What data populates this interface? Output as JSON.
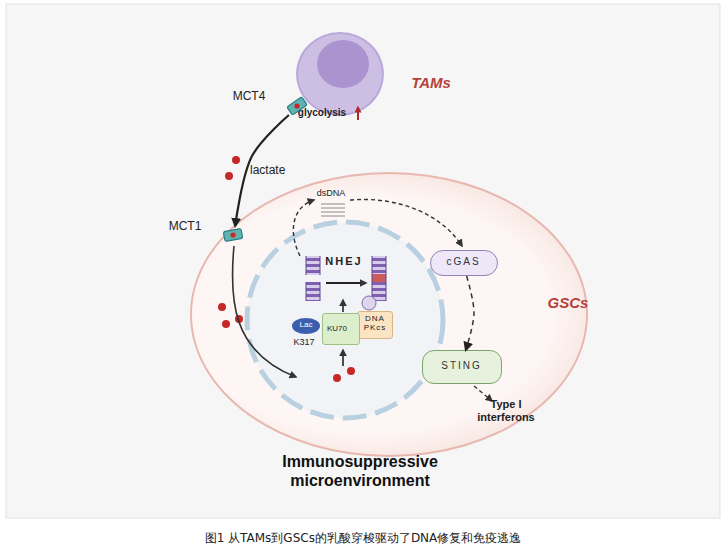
{
  "diagram": {
    "caption": "图1 从TAMs到GSCs的乳酸穿梭驱动了DNA修复和免疫逃逸",
    "nodes": [
      {
        "text": [
          "TAMs",
          "glycolysis"
        ]
      },
      {
        "text": [
          "MCT4"
        ],
        "in": 0
      },
      {
        "text": [
          "GSCs"
        ]
      },
      {
        "text": [
          "MCT1"
        ],
        "in": 2
      },
      {
        "text": [
          "Lac",
          "K317"
        ],
        "in": 2
      },
      {
        "text": [
          "KU70"
        ],
        "in": 2
      },
      {
        "text": [
          "DNA PKcs"
        ],
        "in": 2
      },
      {
        "text": [
          "cGAS"
        ],
        "in": 2
      },
      {
        "text": [
          "STING"
        ],
        "in": 2
      }
    ],
    "edges": [
      {
        "from": 1,
        "to": 3,
        "arrow": "to",
        "label": "lactate"
      },
      {
        "from": 7,
        "to": 8,
        "arrow": "to"
      }
    ],
    "labels": [
      "dsDNA",
      "NHEJ",
      "Type I interferons",
      "Immunosuppressive microenvironment"
    ]
  }
}
